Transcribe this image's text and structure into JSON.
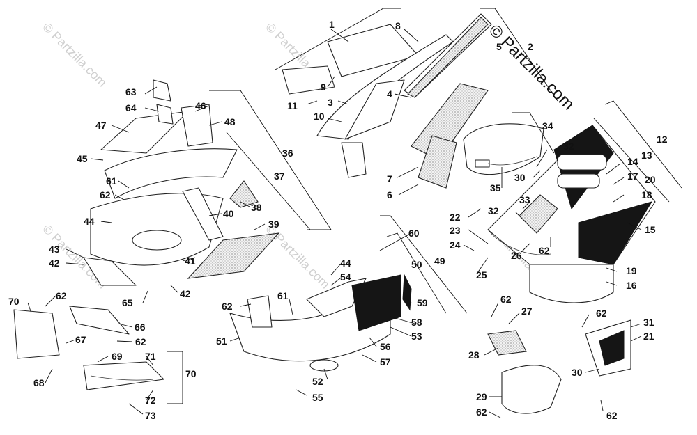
{
  "watermark": {
    "text": "© Partzilla.com"
  },
  "callouts": [
    {
      "id": "1",
      "label": "1"
    },
    {
      "id": "2",
      "label": "2"
    },
    {
      "id": "3",
      "label": "3"
    },
    {
      "id": "4",
      "label": "4"
    },
    {
      "id": "5",
      "label": "5"
    },
    {
      "id": "6",
      "label": "6"
    },
    {
      "id": "7",
      "label": "7"
    },
    {
      "id": "8",
      "label": "8"
    },
    {
      "id": "9",
      "label": "9"
    },
    {
      "id": "10",
      "label": "10"
    },
    {
      "id": "11",
      "label": "11"
    },
    {
      "id": "12",
      "label": "12"
    },
    {
      "id": "13",
      "label": "13"
    },
    {
      "id": "14",
      "label": "14"
    },
    {
      "id": "15",
      "label": "15"
    },
    {
      "id": "16",
      "label": "16"
    },
    {
      "id": "17",
      "label": "17"
    },
    {
      "id": "18",
      "label": "18"
    },
    {
      "id": "19",
      "label": "19"
    },
    {
      "id": "20",
      "label": "20"
    },
    {
      "id": "21",
      "label": "21"
    },
    {
      "id": "22",
      "label": "22"
    },
    {
      "id": "23",
      "label": "23"
    },
    {
      "id": "24",
      "label": "24"
    },
    {
      "id": "25",
      "label": "25"
    },
    {
      "id": "26",
      "label": "26"
    },
    {
      "id": "27",
      "label": "27"
    },
    {
      "id": "28",
      "label": "28"
    },
    {
      "id": "29",
      "label": "29"
    },
    {
      "id": "30a",
      "label": "30"
    },
    {
      "id": "30b",
      "label": "30"
    },
    {
      "id": "31",
      "label": "31"
    },
    {
      "id": "32a",
      "label": "32"
    },
    {
      "id": "32b",
      "label": "32"
    },
    {
      "id": "33",
      "label": "33"
    },
    {
      "id": "34",
      "label": "34"
    },
    {
      "id": "35",
      "label": "35"
    },
    {
      "id": "36",
      "label": "36"
    },
    {
      "id": "37",
      "label": "37"
    },
    {
      "id": "38",
      "label": "38"
    },
    {
      "id": "39",
      "label": "39"
    },
    {
      "id": "40",
      "label": "40"
    },
    {
      "id": "41",
      "label": "41"
    },
    {
      "id": "42a",
      "label": "42"
    },
    {
      "id": "42b",
      "label": "42"
    },
    {
      "id": "43",
      "label": "43"
    },
    {
      "id": "44a",
      "label": "44"
    },
    {
      "id": "44b",
      "label": "44"
    },
    {
      "id": "45",
      "label": "45"
    },
    {
      "id": "46",
      "label": "46"
    },
    {
      "id": "47",
      "label": "47"
    },
    {
      "id": "48",
      "label": "48"
    },
    {
      "id": "49",
      "label": "49"
    },
    {
      "id": "50",
      "label": "50"
    },
    {
      "id": "51",
      "label": "51"
    },
    {
      "id": "52",
      "label": "52"
    },
    {
      "id": "53",
      "label": "53"
    },
    {
      "id": "54",
      "label": "54"
    },
    {
      "id": "55",
      "label": "55"
    },
    {
      "id": "56",
      "label": "56"
    },
    {
      "id": "57",
      "label": "57"
    },
    {
      "id": "58",
      "label": "58"
    },
    {
      "id": "59",
      "label": "59"
    },
    {
      "id": "60",
      "label": "60"
    },
    {
      "id": "61a",
      "label": "61"
    },
    {
      "id": "61b",
      "label": "61"
    },
    {
      "id": "62a",
      "label": "62"
    },
    {
      "id": "62b",
      "label": "62"
    },
    {
      "id": "62c",
      "label": "62"
    },
    {
      "id": "62d",
      "label": "62"
    },
    {
      "id": "62e",
      "label": "62"
    },
    {
      "id": "62f",
      "label": "62"
    },
    {
      "id": "62g",
      "label": "62"
    },
    {
      "id": "62h",
      "label": "62"
    },
    {
      "id": "62i",
      "label": "62"
    },
    {
      "id": "63",
      "label": "63"
    },
    {
      "id": "64",
      "label": "64"
    },
    {
      "id": "65",
      "label": "65"
    },
    {
      "id": "66",
      "label": "66"
    },
    {
      "id": "67",
      "label": "67"
    },
    {
      "id": "68",
      "label": "68"
    },
    {
      "id": "69",
      "label": "69"
    },
    {
      "id": "70a",
      "label": "70"
    },
    {
      "id": "70b",
      "label": "70"
    },
    {
      "id": "71",
      "label": "71"
    },
    {
      "id": "72",
      "label": "72"
    },
    {
      "id": "73",
      "label": "73"
    }
  ]
}
